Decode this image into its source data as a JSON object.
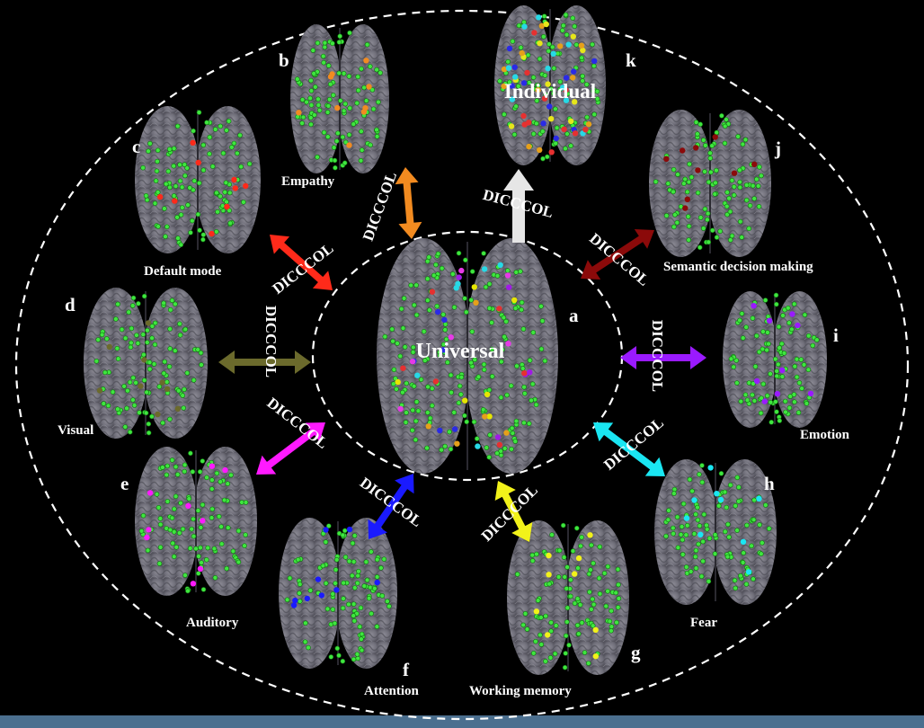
{
  "center": {
    "label": "Universal",
    "letter": "a"
  },
  "outer_label": "Individual",
  "arrow_text": "DICCCOL",
  "panels": [
    {
      "letter": "b",
      "name": "Empathy",
      "color": "#f28b20"
    },
    {
      "letter": "c",
      "name": "Default mode",
      "color": "#ff2a1a"
    },
    {
      "letter": "d",
      "name": "Visual",
      "color": "#6b6a2c"
    },
    {
      "letter": "e",
      "name": "Auditory",
      "color": "#ff1aff"
    },
    {
      "letter": "f",
      "name": "Attention",
      "color": "#1a1aff"
    },
    {
      "letter": "g",
      "name": "Working memory",
      "color": "#f2f21a"
    },
    {
      "letter": "h",
      "name": "Fear",
      "color": "#1ae6f2"
    },
    {
      "letter": "i",
      "name": "Emotion",
      "color": "#9a1aff"
    },
    {
      "letter": "j",
      "name": "Semantic decision making",
      "color": "#8b0a0a"
    },
    {
      "letter": "k",
      "name": "",
      "color": "#e6e6e6"
    }
  ]
}
